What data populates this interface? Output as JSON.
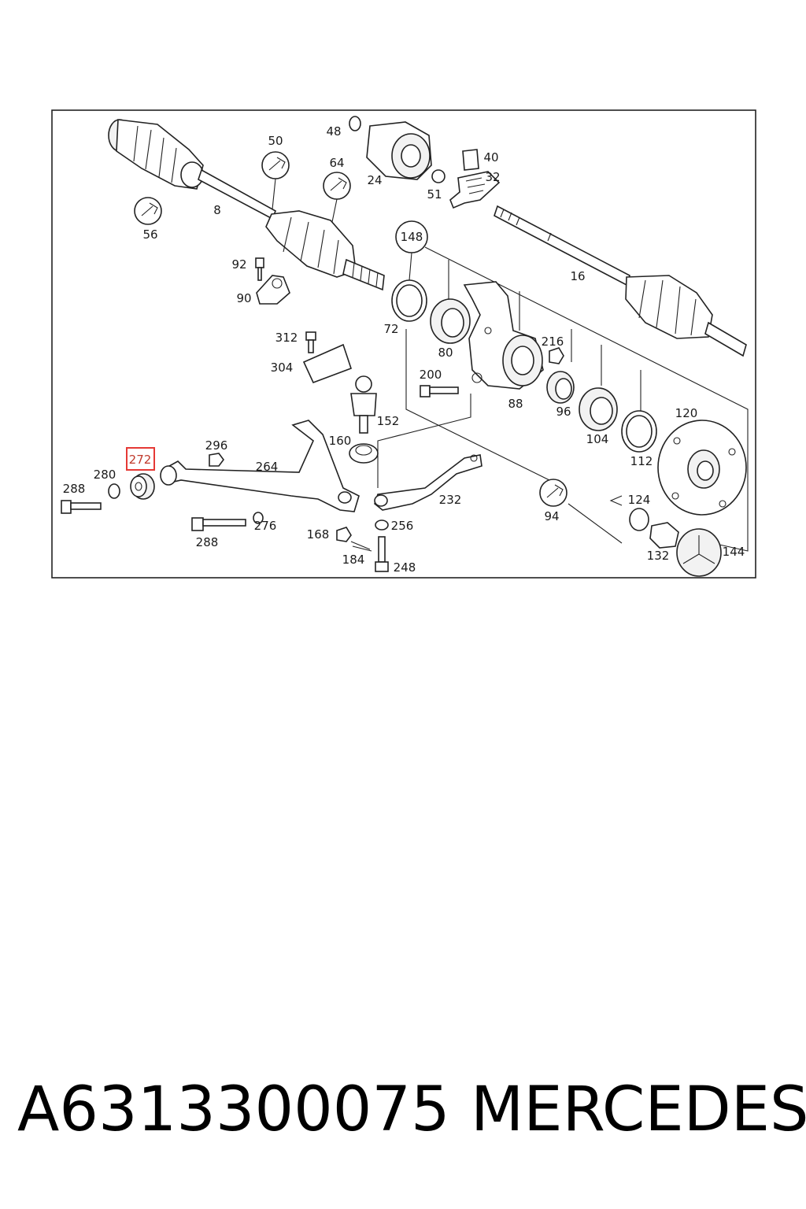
{
  "diagram": {
    "labels": {
      "l8": "8",
      "l16": "16",
      "l24": "24",
      "l32": "32",
      "l40": "40",
      "l48": "48",
      "l50": "50",
      "l51": "51",
      "l56": "56",
      "l64": "64",
      "l72": "72",
      "l80": "80",
      "l88": "88",
      "l90": "90",
      "l92": "92",
      "l94": "94",
      "l96": "96",
      "l104": "104",
      "l112": "112",
      "l120": "120",
      "l124": "124",
      "l132": "132",
      "l144": "144",
      "l148": "148",
      "l152": "152",
      "l160": "160",
      "l168": "168",
      "l184": "184",
      "l200": "200",
      "l216": "216",
      "l232": "232",
      "l248": "248",
      "l256": "256",
      "l264": "264",
      "l272": "272",
      "l276": "276",
      "l280": "280",
      "l288a": "288",
      "l288b": "288",
      "l296": "296",
      "l304": "304",
      "l312": "312"
    },
    "highlighted_part": "272",
    "highlight_color": "#e53935"
  },
  "caption": {
    "part_number": "A6313300075",
    "brand": "MERCEDES"
  }
}
